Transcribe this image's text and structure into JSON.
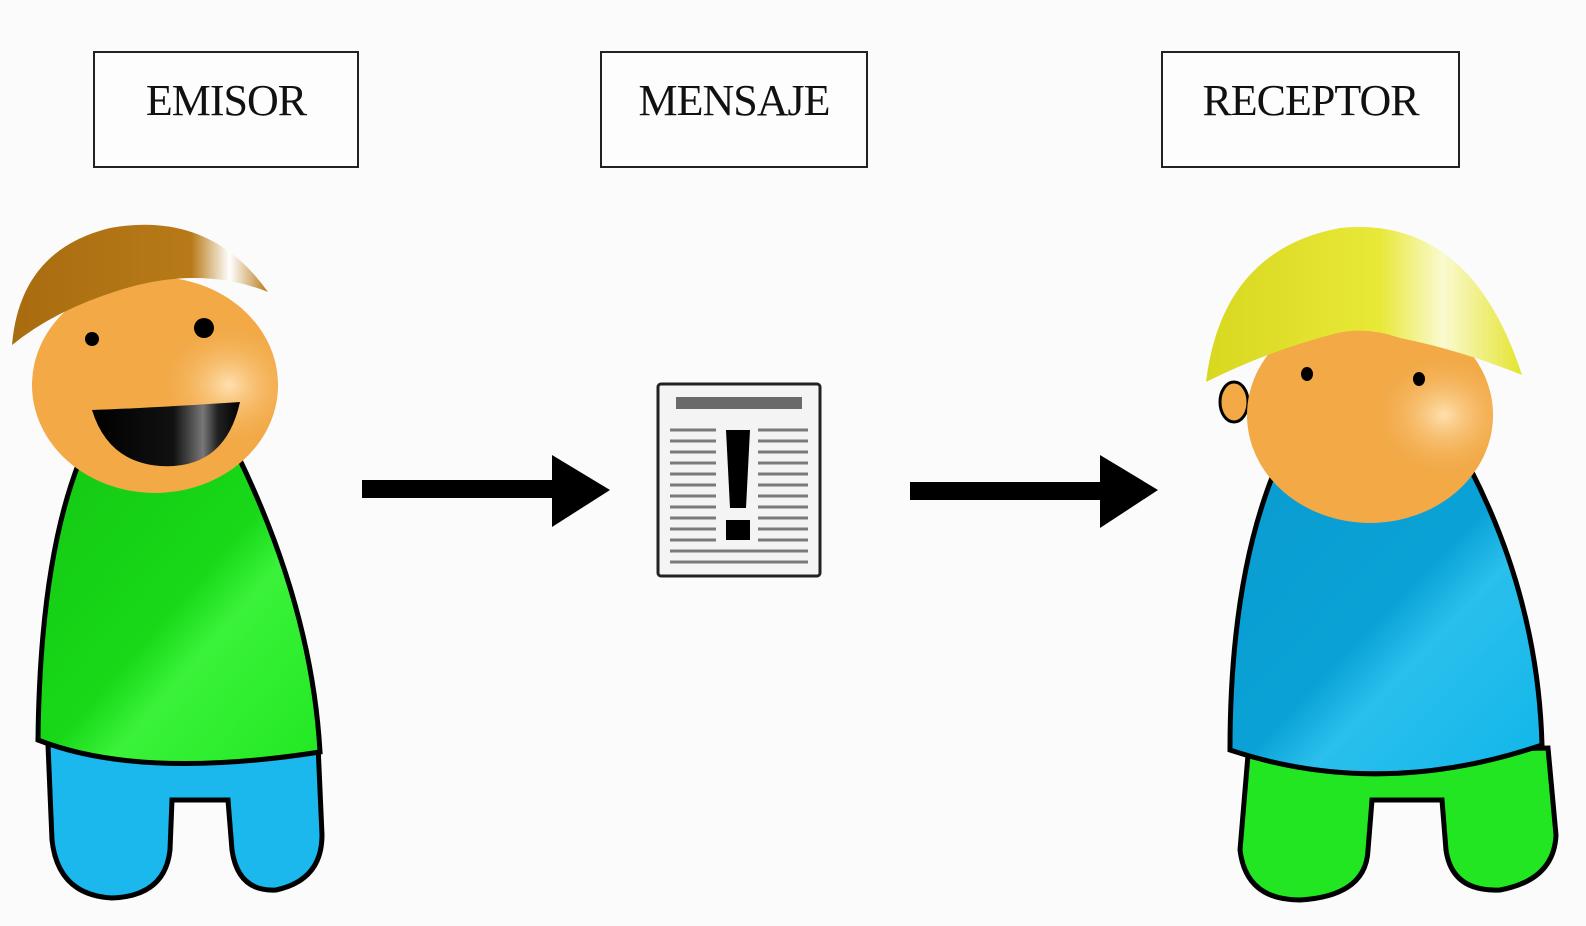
{
  "labels": {
    "sender": "EMISOR",
    "message": "MENSAJE",
    "receiver": "RECEPTOR"
  },
  "colors": {
    "background": "#fbfbfb",
    "skin": "#f2a946",
    "sender_hair": "#b87a14",
    "sender_shirt": "#1edc1e",
    "sender_pants": "#1ab8ec",
    "receiver_hair": "#e6e630",
    "receiver_shirt": "#0aa6d6",
    "receiver_pants": "#22e622",
    "arrow": "#000000"
  },
  "icons": {
    "sender": "happy-person-icon",
    "message": "document-exclamation-icon",
    "receiver": "neutral-person-icon",
    "arrow": "arrow-right-icon"
  }
}
